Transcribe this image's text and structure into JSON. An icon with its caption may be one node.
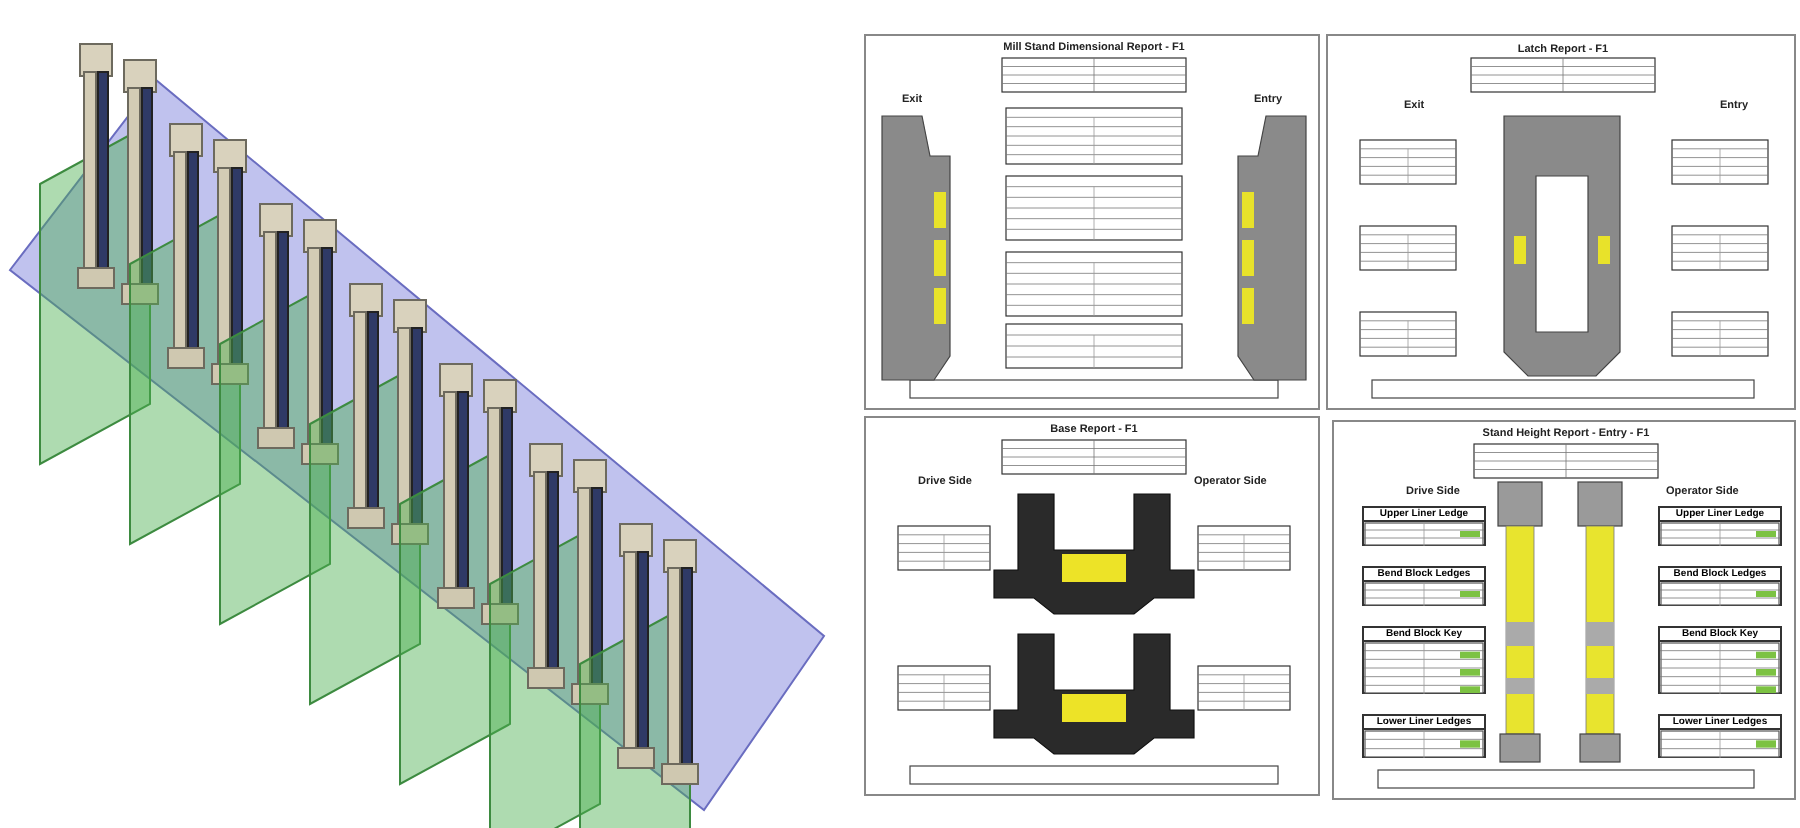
{
  "diagram": {
    "nodes": [
      {
        "text": [
          "Mill Stand Dimensional Report - F1",
          "Exit",
          "Entry"
        ]
      },
      {
        "text": [
          "Latch Report - F1",
          "Exit",
          "Entry"
        ]
      },
      {
        "text": [
          "Base Report - F1",
          "Drive Side",
          "Operator Side"
        ]
      },
      {
        "text": [
          "Stand Height Report - Entry - F1",
          "Drive Side",
          "Operator Side"
        ]
      },
      {
        "text": [
          "Upper Liner Ledge"
        ],
        "in": 3
      },
      {
        "text": [
          "Upper Liner Ledge"
        ],
        "in": 3
      },
      {
        "text": [
          "Bend Block Ledges"
        ],
        "in": 3
      },
      {
        "text": [
          "Bend Block Ledges"
        ],
        "in": 3
      },
      {
        "text": [
          "Bend Block Key"
        ],
        "in": 3
      },
      {
        "text": [
          "Bend Block Key"
        ],
        "in": 3
      },
      {
        "text": [
          "Lower Liner Ledges"
        ],
        "in": 3
      },
      {
        "text": [
          "Lower Liner Ledges"
        ],
        "in": 3
      }
    ]
  }
}
